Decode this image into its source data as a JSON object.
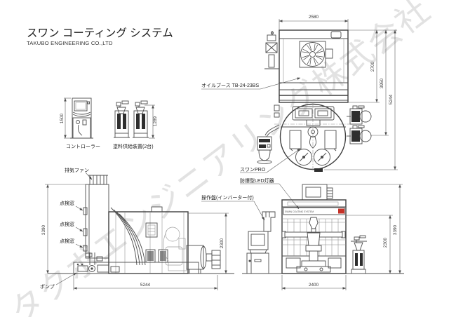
{
  "title": "スワン コーティング システム",
  "subtitle": "TAKUBO ENGINEERING CO.,LTD",
  "watermark": "タクボエンジニアリング株式会社",
  "colors": {
    "logo_red": "#c53127",
    "line": "#4d4d4d",
    "watermark": "#e2e2e2"
  },
  "top_view": {
    "width_dim": "2580",
    "depth_dim": "2700",
    "depth_with_supply_dim": "3950",
    "total_depth_dim": "5244",
    "oil_booth_label": "オイルブース TB-24-23BS",
    "swan_pro_label": "スワンPRO"
  },
  "equipment": {
    "controller_label": "コントローラー",
    "controller_height_dim": "1500",
    "paint_supply_label": "塗料供給装置(2台)",
    "paint_supply_height_dim": "1289"
  },
  "side_view": {
    "exhaust_fan_label": "排気ファン",
    "inspection_window_labels": [
      "点検窓",
      "点検窓",
      "点検窓"
    ],
    "pump_label": "ポンプ",
    "height_dim": "3390",
    "booth_height_dim": "2300",
    "width_dim": "5244"
  },
  "front_view": {
    "led_light_label": "防爆型LED灯器",
    "operation_panel_label": "操作盤(インバーター付)",
    "brand_text": "SWAN COATING SYSTEM",
    "height_dim": "3390",
    "booth_height_dim": "2300",
    "width_dim": "2400"
  }
}
